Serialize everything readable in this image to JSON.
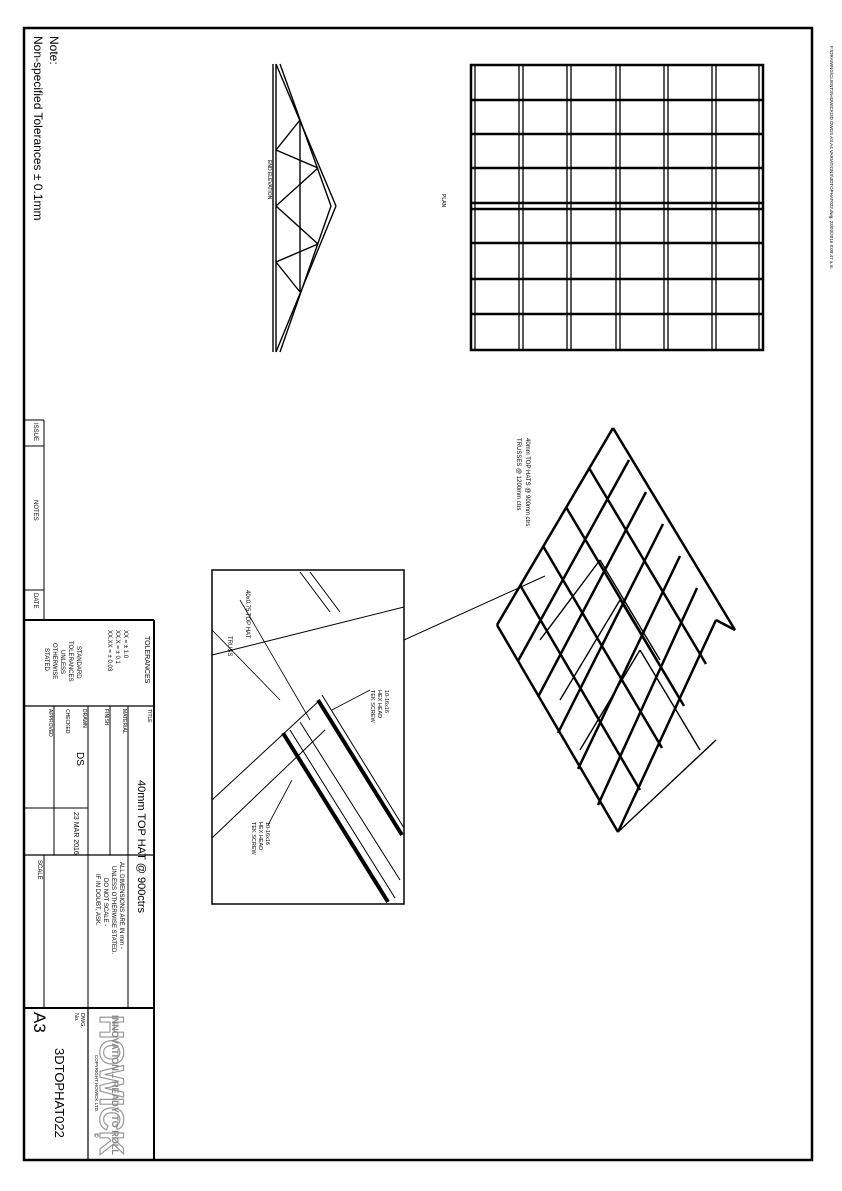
{
  "file_path": "F:\\DRAWING\\CLIENTS\\HOWICK\\3D DWGS AS A4 VARIATIONS\\3DTOPHAT022.dwg, 23/03/2016 8:08:47 a.m.",
  "note": {
    "heading": "Note:",
    "tolerances": "Non-specified Tolerances ± 0.1mm"
  },
  "views": {
    "plan_label": "PLAN",
    "end_elevation_label": "END ELEVATION"
  },
  "callouts": {
    "iso_spec": [
      "40mm TOP HATS @ 900mm ctrs",
      "TRUSSES @ 1200mm ctrs"
    ],
    "detail_truss": "TRUSS",
    "detail_tophat": "40x0.75 TOP HAT",
    "screw_top": [
      "10-16x16",
      "HEX HEAD",
      "TEK SCREW"
    ],
    "screw_bottom": [
      "10-16x16",
      "HEX HEAD",
      "TEK SCREW"
    ]
  },
  "revision_table": {
    "issue_label": "ISSUE",
    "notes_label": "NOTES",
    "date_label": "DATE"
  },
  "title_block": {
    "tolerances_title": "TOLERANCES",
    "tol_xx": "XX  = ± 1.0",
    "tol_xxx": "XX.X  = ± 0.1",
    "tol_xxxx": "XX.XX = ± 0.03",
    "tol_standard": [
      "STANDARD",
      "TOLERANCES",
      "UNLESS",
      "OTHERWISE",
      "STATED"
    ],
    "title_label": "TITLE",
    "title": "40mm TOP HAT @ 900ctrs",
    "material_label": "MATERIAL",
    "finish_label": "FINISH",
    "drawn_label": "DRAWN",
    "drawn_by": "DS",
    "date": "23 MAR 2016",
    "checked_label": "CHECKED",
    "approved_label": "APPROVED",
    "dims_note": [
      "ALL DIMENSIONS ARE IN mm -",
      "UNLESS OTHERWISE STATED.",
      "DO NOT SCALE -",
      "IF IN DOUBT, ASK."
    ],
    "scale_label": "SCALE",
    "brand": "HOWICK",
    "tagline": "INNOVATION... READY TO ROLL",
    "copyright": "COPYRIGHT HOWICK LTD.",
    "dwg_no_label": "DWG. No.",
    "sheet_size": "A3",
    "dwg_no": "3DTOPHAT022"
  }
}
